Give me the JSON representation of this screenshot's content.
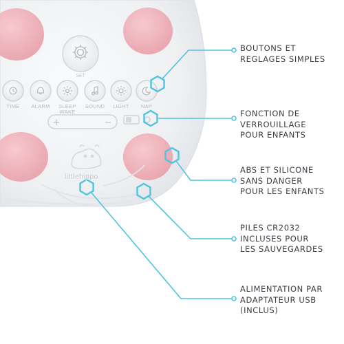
{
  "colors": {
    "accent": "#4fc3e0",
    "pink": "#f2b8c0",
    "device": "#f0f1f3",
    "text": "#3a3d44"
  },
  "device": {
    "brand": "littlehippo",
    "set_label": "SET",
    "buttons": [
      {
        "icon": "clock-icon",
        "label": "TIME"
      },
      {
        "icon": "bell-icon",
        "label": "ALARM"
      },
      {
        "icon": "sleep-wake-icon",
        "label": "SLEEP\nWAKE"
      },
      {
        "icon": "music-note-icon",
        "label": "SOUND"
      },
      {
        "icon": "brightness-icon",
        "label": "LIGHT"
      },
      {
        "icon": "nap-icon",
        "label": "NAP"
      }
    ],
    "volume": {
      "minus": "−",
      "plus": "+"
    }
  },
  "features": [
    {
      "text": "BOUTONS ET\nREGLAGES SIMPLES"
    },
    {
      "text": "FONCTION DE\nVERROUILLAGE\nPOUR ENFANTS"
    },
    {
      "text": "ABS ET SILICONE\nSANS DANGER\nPOUR LES ENFANTS"
    },
    {
      "text": "PILES CR2032\nINCLUSES POUR\nLES SAUVEGARDES"
    },
    {
      "text": "ALIMENTATION PAR\nADAPTATEUR USB\n(INCLUS)"
    }
  ]
}
